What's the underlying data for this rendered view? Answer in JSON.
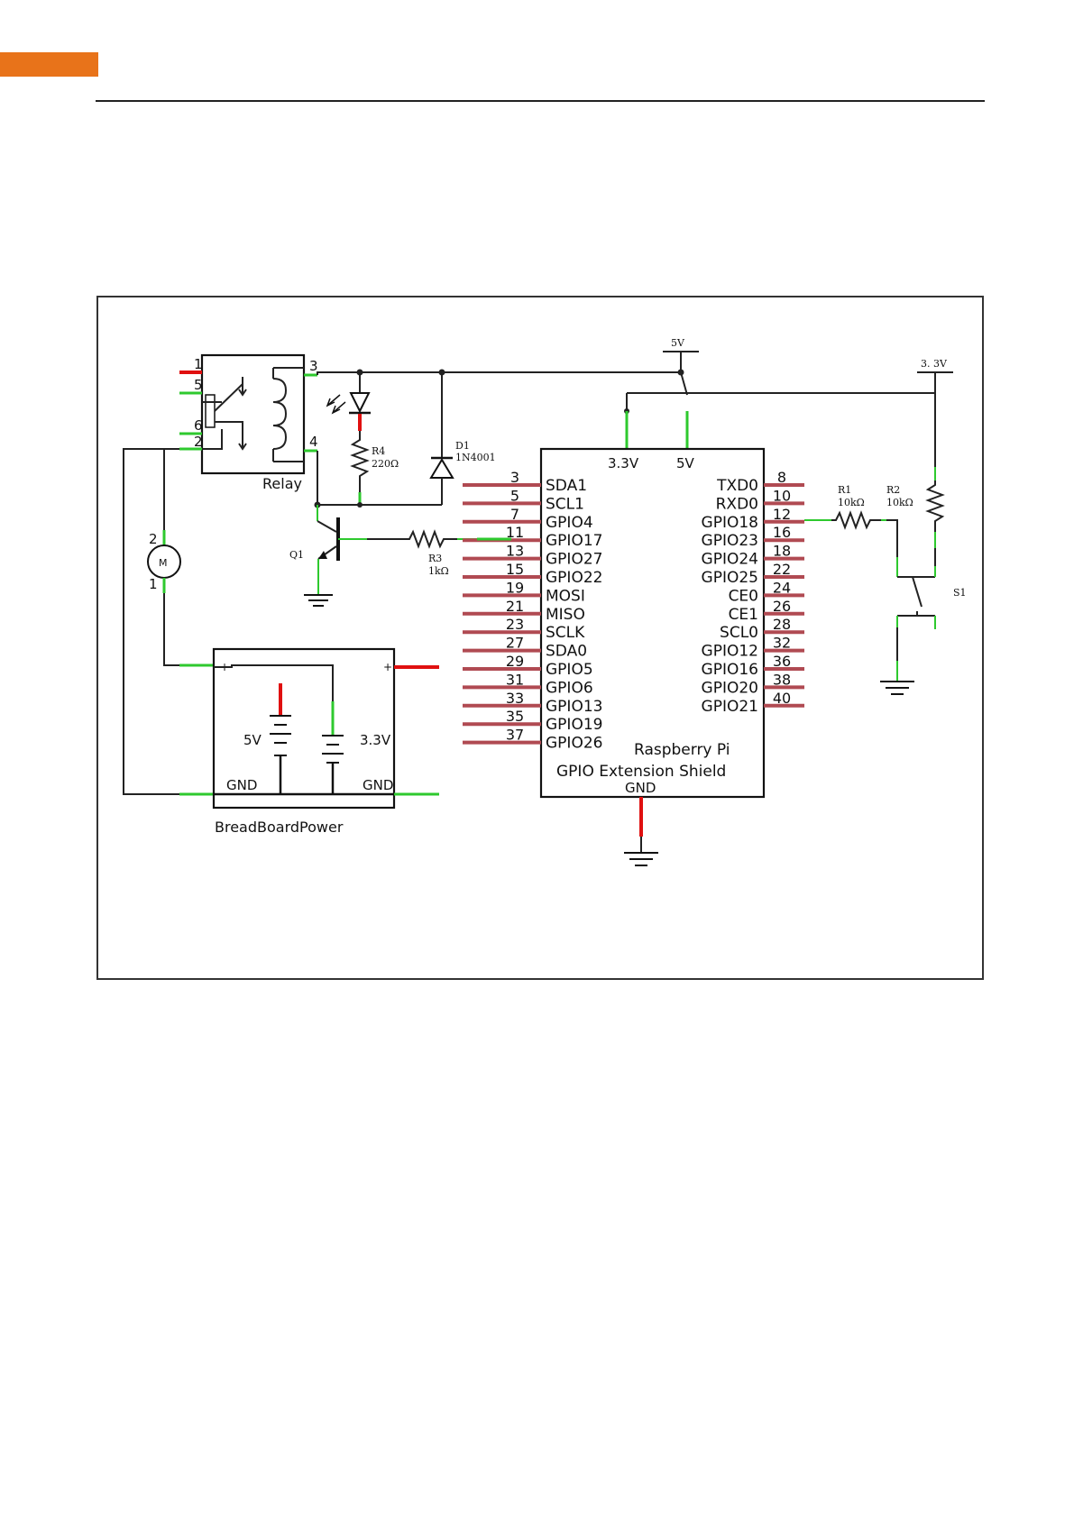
{
  "schematic": {
    "relay": {
      "label": "Relay",
      "pins": {
        "p1": "1",
        "p5": "5",
        "p6": "6",
        "p2": "2",
        "p3": "3",
        "p4": "4"
      }
    },
    "motor": {
      "symbol": "M",
      "pin_top": "2",
      "pin_bottom": "1"
    },
    "transistor": {
      "label": "Q1"
    },
    "led_resistor": {
      "label": "R4",
      "value": "220Ω"
    },
    "diode": {
      "label": "D1",
      "value": "1N4001"
    },
    "base_resistor": {
      "label": "R3",
      "value": "1kΩ"
    },
    "rail_5v": "5V",
    "rail_3v3": "3. 3V",
    "pull_resistor_1": {
      "label": "R1",
      "value": "10kΩ"
    },
    "pull_resistor_2": {
      "label": "R2",
      "value": "10kΩ"
    },
    "switch": {
      "label": "S1"
    },
    "shield": {
      "title_line1": "Raspberry Pi",
      "title_line2": "GPIO Extension Shield",
      "top_left": "3.3V",
      "top_right": "5V",
      "bottom": "GND",
      "left_pins": [
        {
          "num": "3",
          "name": "SDA1"
        },
        {
          "num": "5",
          "name": "SCL1"
        },
        {
          "num": "7",
          "name": "GPIO4"
        },
        {
          "num": "11",
          "name": "GPIO17"
        },
        {
          "num": "13",
          "name": "GPIO27"
        },
        {
          "num": "15",
          "name": "GPIO22"
        },
        {
          "num": "19",
          "name": "MOSI"
        },
        {
          "num": "21",
          "name": "MISO"
        },
        {
          "num": "23",
          "name": "SCLK"
        },
        {
          "num": "27",
          "name": "SDA0"
        },
        {
          "num": "29",
          "name": "GPIO5"
        },
        {
          "num": "31",
          "name": "GPIO6"
        },
        {
          "num": "33",
          "name": "GPIO13"
        },
        {
          "num": "35",
          "name": "GPIO19"
        },
        {
          "num": "37",
          "name": "GPIO26"
        }
      ],
      "right_pins": [
        {
          "num": "8",
          "name": "TXD0"
        },
        {
          "num": "10",
          "name": "RXD0"
        },
        {
          "num": "12",
          "name": "GPIO18"
        },
        {
          "num": "16",
          "name": "GPIO23"
        },
        {
          "num": "18",
          "name": "GPIO24"
        },
        {
          "num": "22",
          "name": "GPIO25"
        },
        {
          "num": "24",
          "name": "CE0"
        },
        {
          "num": "26",
          "name": "CE1"
        },
        {
          "num": "28",
          "name": "SCL0"
        },
        {
          "num": "32",
          "name": "GPIO12"
        },
        {
          "num": "36",
          "name": "GPIO16"
        },
        {
          "num": "38",
          "name": "GPIO20"
        },
        {
          "num": "40",
          "name": "GPIO21"
        }
      ]
    },
    "breadboard": {
      "label": "BreadBoardPower",
      "plus_left": "+",
      "plus_right": "+",
      "v5": "5V",
      "v33": "3.3V",
      "gnd_left": "GND",
      "gnd_right": "GND"
    }
  }
}
